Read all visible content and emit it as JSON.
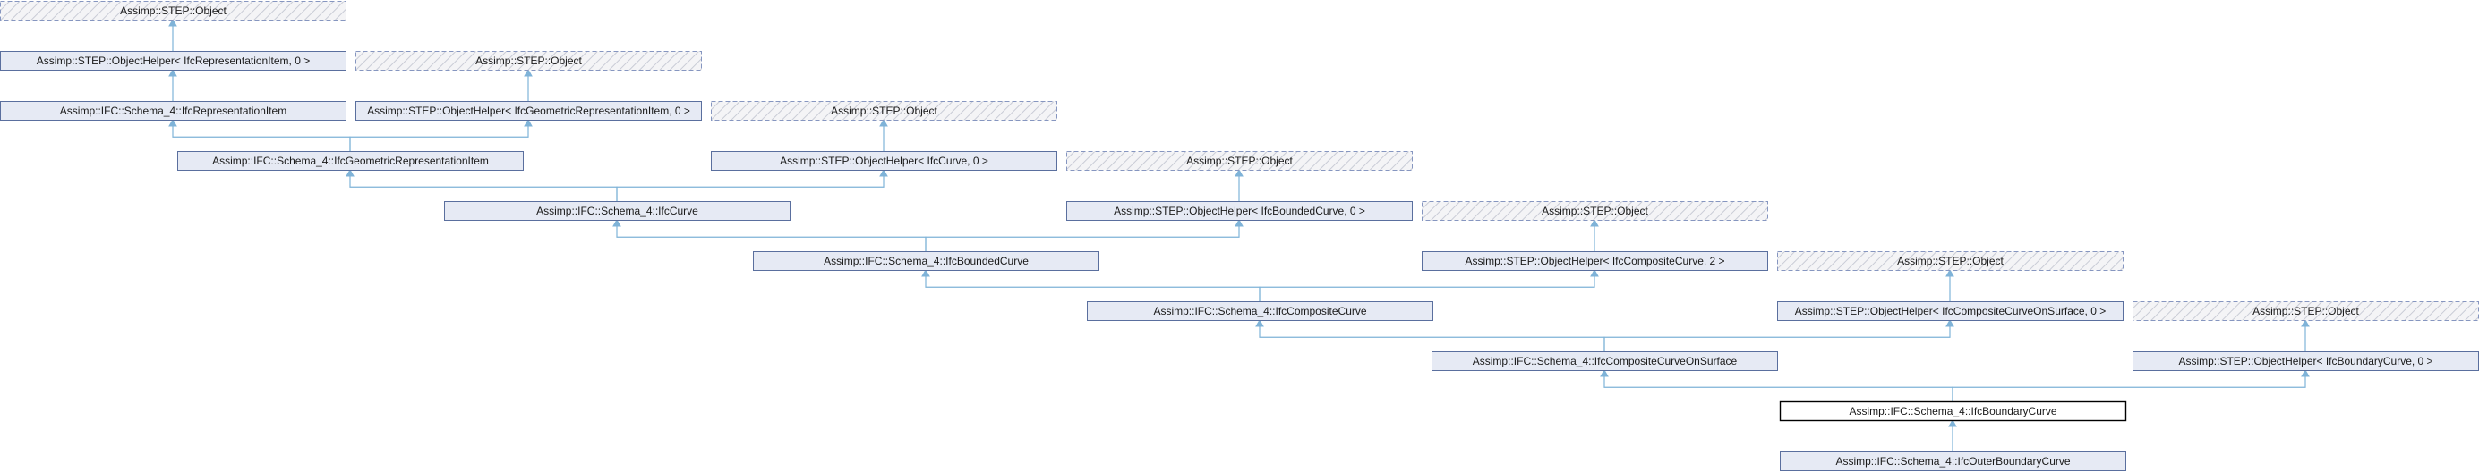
{
  "diagram": {
    "type": "class inheritance graph",
    "nodes": {
      "obj1": {
        "label": "Assimp::STEP::Object",
        "style": "external"
      },
      "oh_ri": {
        "label": "Assimp::STEP::ObjectHelper< IfcRepresentationItem, 0 >",
        "style": "normal"
      },
      "obj2": {
        "label": "Assimp::STEP::Object",
        "style": "external"
      },
      "ri": {
        "label": "Assimp::IFC::Schema_4::IfcRepresentationItem",
        "style": "normal"
      },
      "oh_gri": {
        "label": "Assimp::STEP::ObjectHelper< IfcGeometricRepresentationItem, 0 >",
        "style": "normal"
      },
      "obj3": {
        "label": "Assimp::STEP::Object",
        "style": "external"
      },
      "gri": {
        "label": "Assimp::IFC::Schema_4::IfcGeometricRepresentationItem",
        "style": "normal"
      },
      "oh_curve": {
        "label": "Assimp::STEP::ObjectHelper< IfcCurve, 0 >",
        "style": "normal"
      },
      "obj4": {
        "label": "Assimp::STEP::Object",
        "style": "external"
      },
      "curve": {
        "label": "Assimp::IFC::Schema_4::IfcCurve",
        "style": "normal"
      },
      "oh_bc": {
        "label": "Assimp::STEP::ObjectHelper< IfcBoundedCurve, 0 >",
        "style": "normal"
      },
      "obj5": {
        "label": "Assimp::STEP::Object",
        "style": "external"
      },
      "bc": {
        "label": "Assimp::IFC::Schema_4::IfcBoundedCurve",
        "style": "normal"
      },
      "oh_cc": {
        "label": "Assimp::STEP::ObjectHelper< IfcCompositeCurve, 2 >",
        "style": "normal"
      },
      "obj6": {
        "label": "Assimp::STEP::Object",
        "style": "external"
      },
      "cc": {
        "label": "Assimp::IFC::Schema_4::IfcCompositeCurve",
        "style": "normal"
      },
      "oh_ccos": {
        "label": "Assimp::STEP::ObjectHelper< IfcCompositeCurveOnSurface, 0 >",
        "style": "normal"
      },
      "obj7": {
        "label": "Assimp::STEP::Object",
        "style": "external"
      },
      "ccos": {
        "label": "Assimp::IFC::Schema_4::IfcCompositeCurveOnSurface",
        "style": "normal"
      },
      "oh_bnd": {
        "label": "Assimp::STEP::ObjectHelper< IfcBoundaryCurve, 0 >",
        "style": "normal"
      },
      "bnd": {
        "label": "Assimp::IFC::Schema_4::IfcBoundaryCurve",
        "style": "current"
      },
      "obc": {
        "label": "Assimp::IFC::Schema_4::IfcOuterBoundaryCurve",
        "style": "normal"
      }
    },
    "edges": [
      {
        "from": "oh_ri",
        "to": "obj1"
      },
      {
        "from": "ri",
        "to": "oh_ri"
      },
      {
        "from": "oh_gri",
        "to": "obj2"
      },
      {
        "from": "gri",
        "to": "ri"
      },
      {
        "from": "gri",
        "to": "oh_gri"
      },
      {
        "from": "oh_curve",
        "to": "obj3"
      },
      {
        "from": "curve",
        "to": "gri"
      },
      {
        "from": "curve",
        "to": "oh_curve"
      },
      {
        "from": "oh_bc",
        "to": "obj4"
      },
      {
        "from": "bc",
        "to": "curve"
      },
      {
        "from": "bc",
        "to": "oh_bc"
      },
      {
        "from": "oh_cc",
        "to": "obj5"
      },
      {
        "from": "cc",
        "to": "bc"
      },
      {
        "from": "cc",
        "to": "oh_cc"
      },
      {
        "from": "oh_ccos",
        "to": "obj6"
      },
      {
        "from": "ccos",
        "to": "cc"
      },
      {
        "from": "ccos",
        "to": "oh_ccos"
      },
      {
        "from": "oh_bnd",
        "to": "obj7"
      },
      {
        "from": "bnd",
        "to": "ccos"
      },
      {
        "from": "bnd",
        "to": "oh_bnd"
      },
      {
        "from": "obc",
        "to": "bnd"
      }
    ],
    "colors": {
      "box_fill": "#e6eaf4",
      "box_border": "#5a6f9e",
      "current_fill": "#ffffff",
      "current_border": "#000000",
      "edge": "#7fb3d8"
    }
  }
}
